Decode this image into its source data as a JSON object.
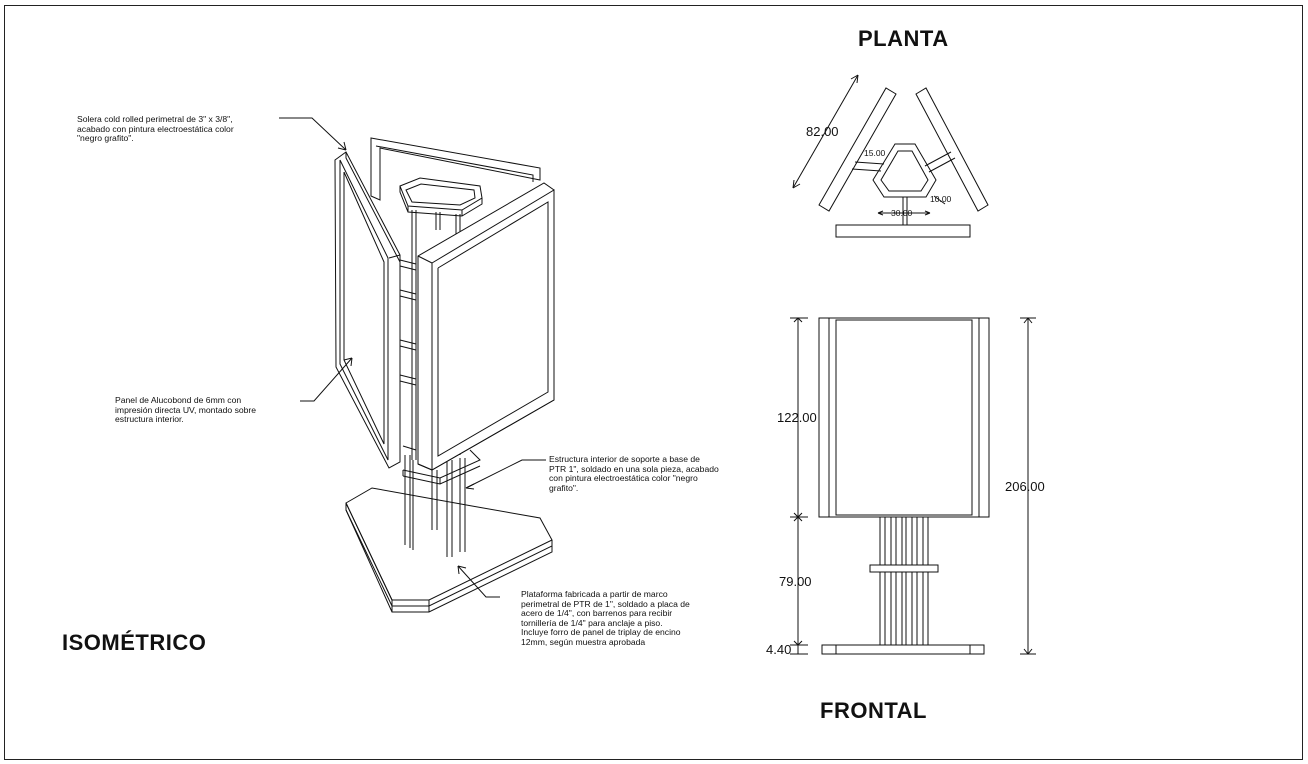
{
  "views": {
    "isometric_title": "ISOMÉTRICO",
    "plan_title": "PLANTA",
    "front_title": "FRONTAL"
  },
  "notes": {
    "solera": [
      "Solera cold rolled perimetral de 3\" x 3/8\",",
      "acabado con pintura electroestática color",
      "\"negro grafito\"."
    ],
    "panel": [
      "Panel de Alucobond de 6mm con",
      "impresión directa UV, montado sobre",
      "estructura interior."
    ],
    "estructura": [
      "Estructura interior de soporte a base de",
      "PTR 1\", soldado en una sola pieza, acabado",
      "con pintura electroestática color \"negro",
      "grafito\"."
    ],
    "plataforma": [
      "Plataforma fabricada a partir de marco",
      "perimetral de PTR de 1\", soldado a placa de",
      "acero de 1/4\", con barrenos para recibir",
      "tornillería de 1/4\" para anclaje a piso.",
      "Incluye forro de panel de triplay de encino",
      "12mm, según muestra aprobada"
    ]
  },
  "plan_dims": {
    "side": "82.00",
    "hex_side": "15.00",
    "hex_width": "30.00",
    "gap": "10.00"
  },
  "front_dims": {
    "panel_height": "122.00",
    "total_height": "206.00",
    "post_height": "79.00",
    "base_height": "4.40"
  }
}
